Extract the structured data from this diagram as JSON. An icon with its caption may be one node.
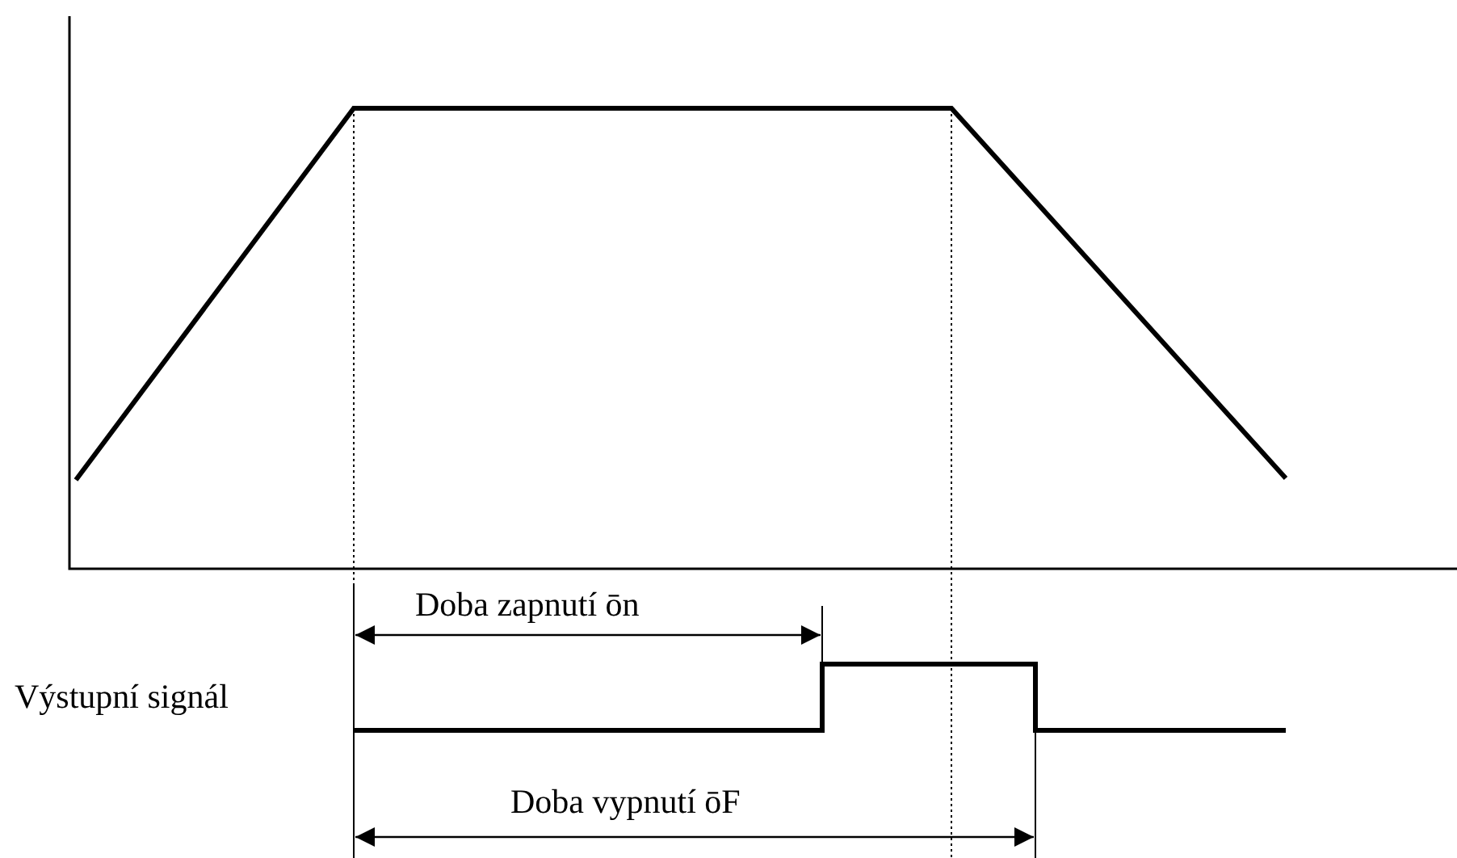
{
  "diagram": {
    "labels": [
      "Doba zapnutí ōn",
      "Výstupní signál",
      "Doba vypnutí ōF"
    ]
  }
}
